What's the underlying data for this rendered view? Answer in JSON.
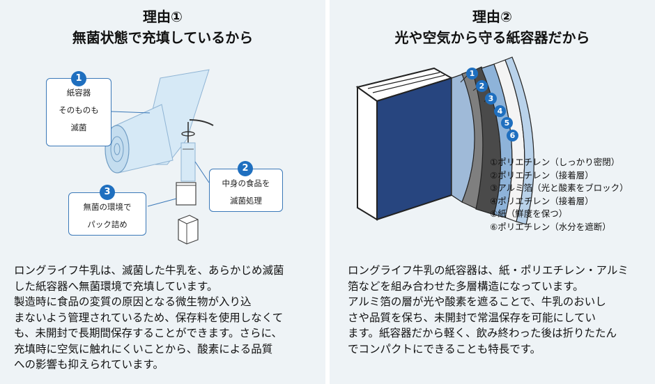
{
  "left": {
    "title_line1": "理由①",
    "title_line2": "無菌状態で充填しているから",
    "callout1": {
      "number": "1",
      "lines": [
        "紙容器",
        "そのものも",
        "滅菌"
      ]
    },
    "callout2": {
      "number": "2",
      "lines": [
        "中身の食品を",
        "滅菌処理"
      ]
    },
    "callout3": {
      "number": "3",
      "lines": [
        "無菌の環境で",
        "パック詰め"
      ]
    },
    "body": "ロングライフ牛乳は、滅菌した牛乳を、あらかじめ滅菌\nした紙容器へ無菌環境で充填しています。\n製造時に食品の変質の原因となる微生物が入り込\nまないよう管理されているため、保存料を使用しなくて\nも、未開封で長期間保存することができます。さらに、\n充填時に空気に触れにくいことから、酸素による品質\nへの影響も抑えられています。"
  },
  "right": {
    "title_line1": "理由②",
    "title_line2": "光や空気から守る紙容器だから",
    "layer_numbers": [
      "1",
      "2",
      "3",
      "4",
      "5",
      "6"
    ],
    "layers": [
      "①ポリエチレン（しっかり密閉）",
      "②ポリエチレン（接着層）",
      "③アルミ箔（光と酸素をブロック）",
      "④ポリエチレン（接着層）",
      "⑤紙（鮮度を保つ）",
      "⑥ポリエチレン（水分を遮断）"
    ],
    "body": "ロングライフ牛乳の紙容器は、紙・ポリエチレン・アルミ\n箔などを組み合わせた多層構造になっています。\nアルミ箔の層が光や酸素を遮ることで、牛乳のおいし\nさや品質を保ち、未開封で常温保存を可能にしてい\nます。紙容器だから軽く、飲み終わった後は折りたたん\nでコンパクトにできることも特長です。"
  },
  "colors": {
    "accent": "#1f6fbf",
    "panel_bg": "#eef3f6",
    "film": "#d6e9f6"
  }
}
